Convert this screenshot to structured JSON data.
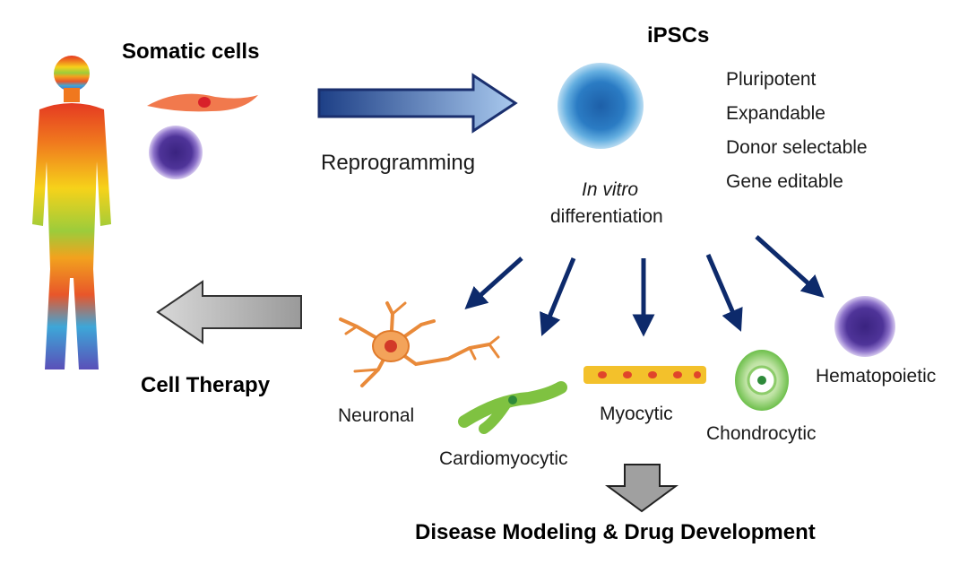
{
  "title_somatic": "Somatic cells",
  "title_ipscs": "iPSCs",
  "ipsc_properties": [
    "Pluripotent",
    "Expandable",
    "Donor selectable",
    "Gene editable"
  ],
  "reprogramming_label": "Reprogramming",
  "differentiation_italic": "In vitro",
  "differentiation_label": "differentiation",
  "cell_therapy_label": "Cell Therapy",
  "cell_types": {
    "neuronal": "Neuronal",
    "cardiomyocytic": "Cardiomyocytic",
    "myocytic": "Myocytic",
    "chondrocytic": "Chondrocytic",
    "hematopoietic": "Hematopoietic"
  },
  "outcome_label": "Disease Modeling & Drug Development",
  "colors": {
    "arrow_navy": "#0d2a6b",
    "arrow_gray": "#9e9e9e",
    "ipsc_blue": "#2f83c8",
    "blood_purple": "#4b2d91",
    "neuron_orange": "#e98a3a",
    "cardio_green": "#7fc241",
    "myo_yellow": "#f3c12b",
    "chondro_green": "#6dbf4b"
  }
}
